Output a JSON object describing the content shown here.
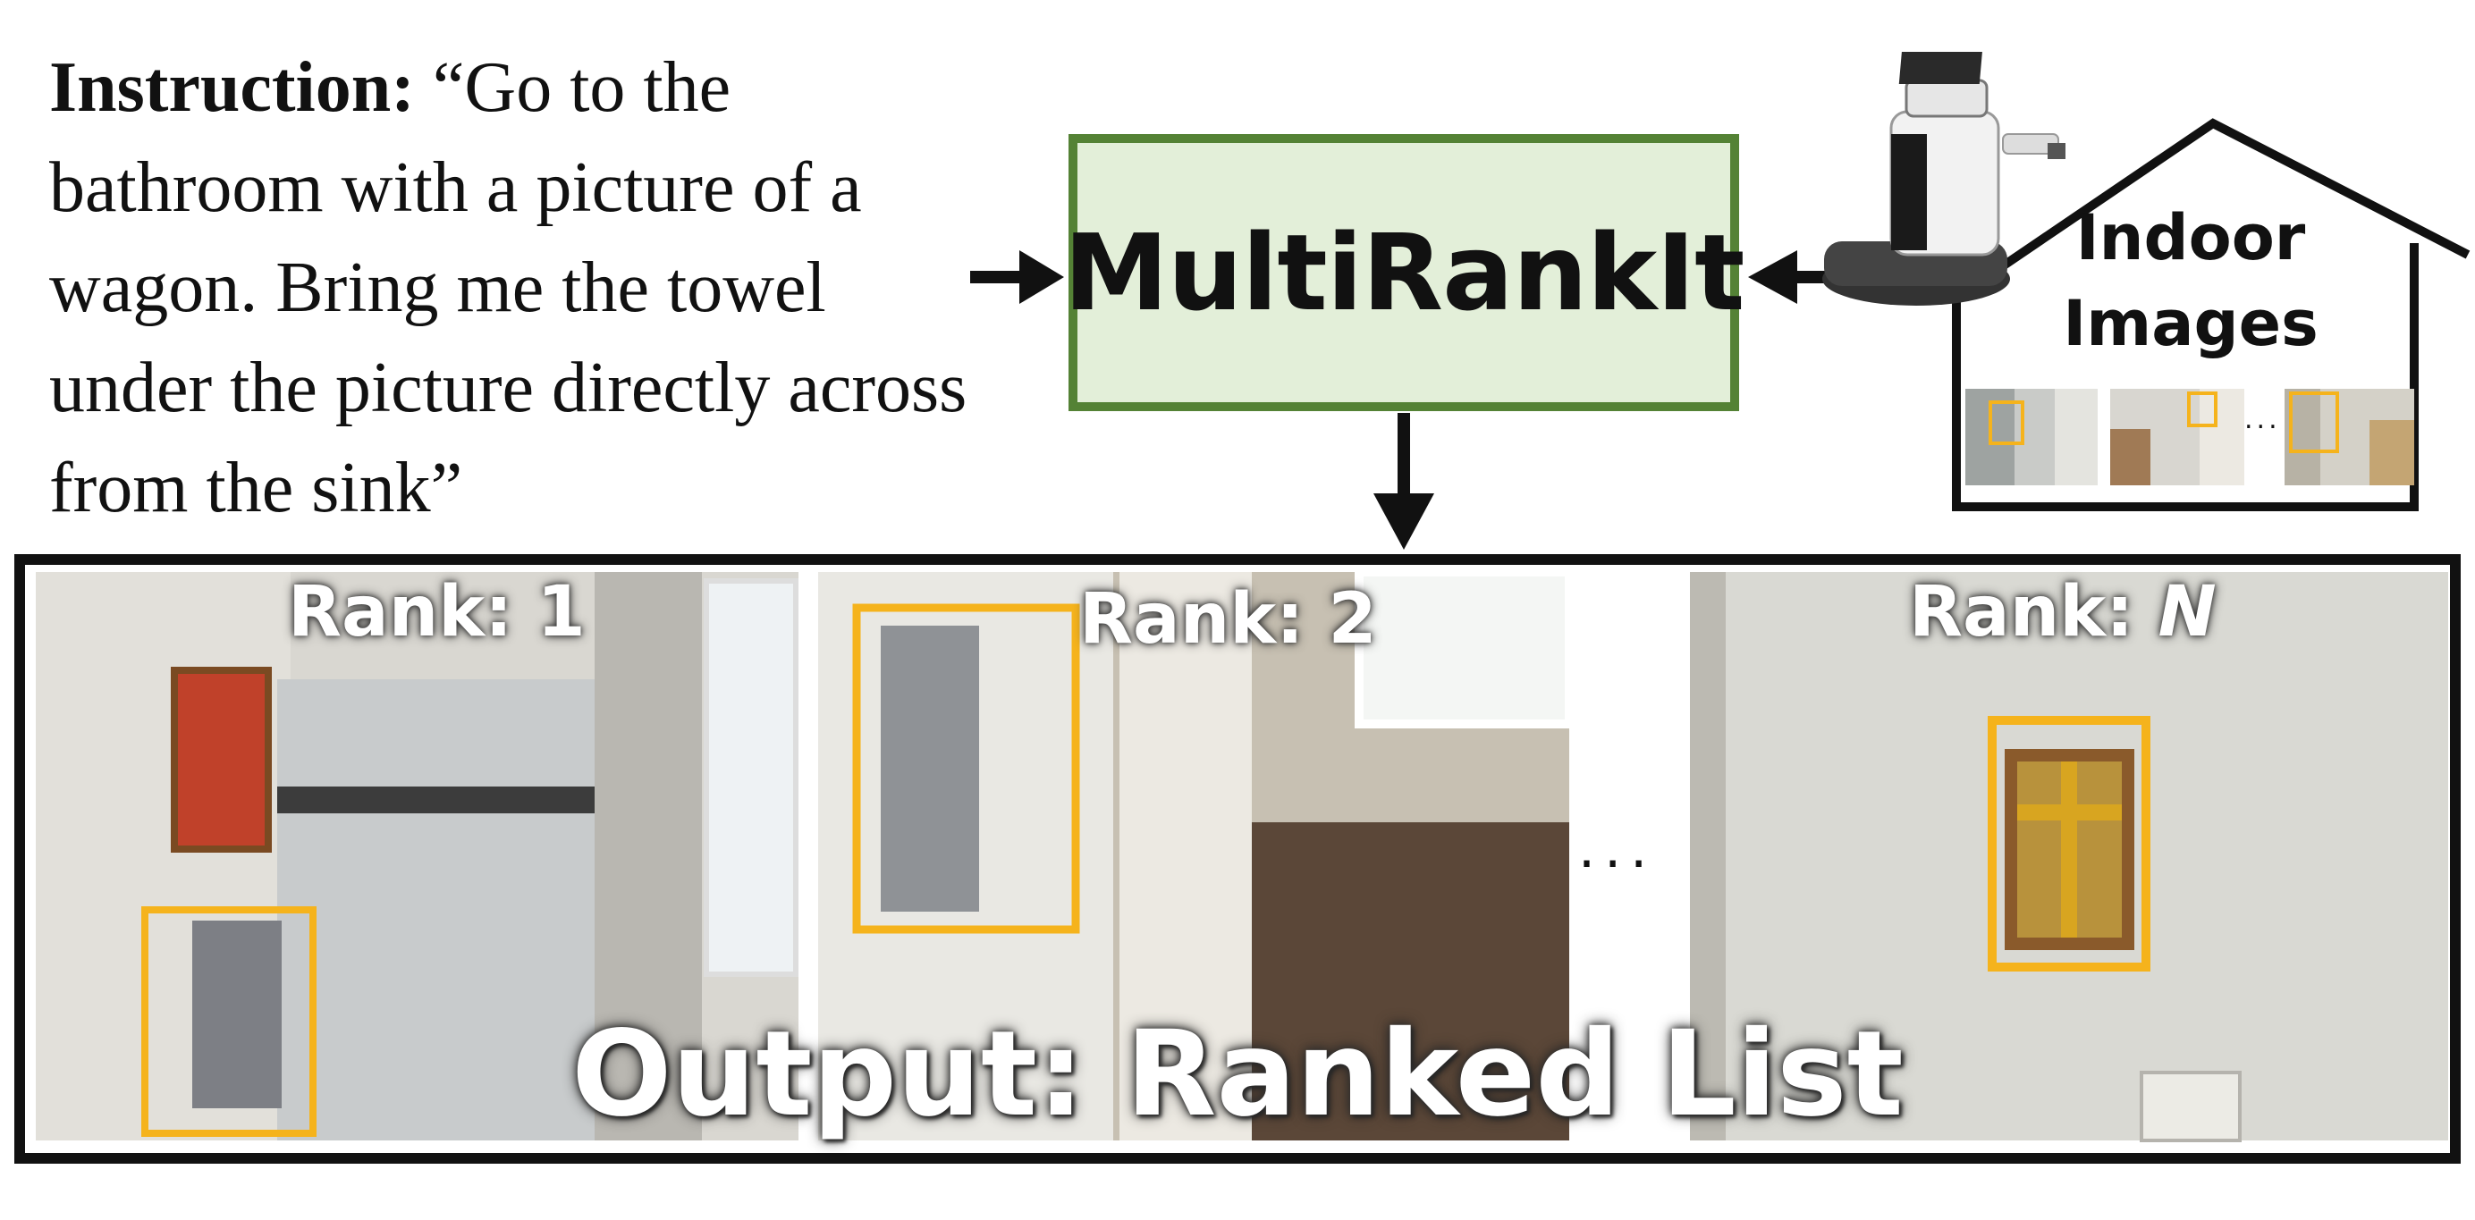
{
  "instruction": {
    "label": "Instruction:",
    "text": "“Go to the bathroom with a picture of a wagon. Bring me the towel under the picture directly across from the sink”"
  },
  "model": {
    "name": "MultiRankIt"
  },
  "house": {
    "line1": "Indoor",
    "line2": "Images"
  },
  "ranks": [
    {
      "prefix": "Rank: ",
      "value": "1"
    },
    {
      "prefix": "Rank: ",
      "value": "2"
    },
    {
      "prefix": "Rank: ",
      "value": "N"
    }
  ],
  "output": {
    "title": "Output: Ranked List"
  },
  "ellipsis": "...",
  "colors": {
    "box_border": "#548235",
    "box_fill": "#e3efd9",
    "highlight": "#f5b31c"
  }
}
